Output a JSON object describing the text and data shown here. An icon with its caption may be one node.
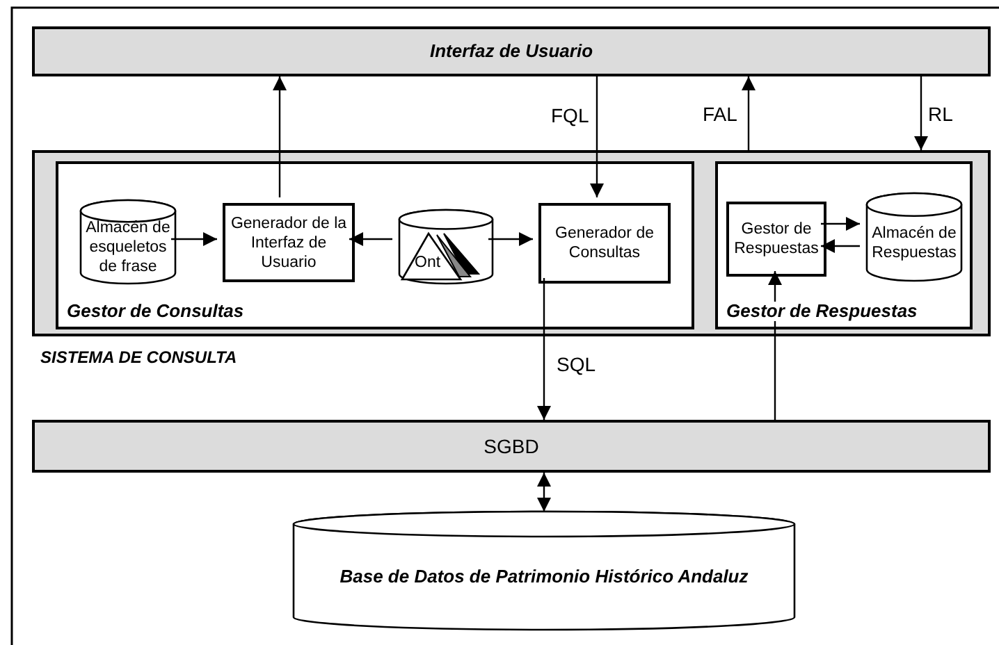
{
  "diagram": {
    "nodes": [
      {
        "text": [
          "Interfaz de Usuario"
        ]
      },
      {
        "text": [
          "SISTEMA DE CONSULTA"
        ]
      },
      {
        "text": [
          "Gestor de Consultas"
        ],
        "in": 1
      },
      {
        "text": [
          "Almacén de esqueletos de frase"
        ],
        "in": 2
      },
      {
        "text": [
          "Generador de la Interfaz de Usuario"
        ],
        "in": 2
      },
      {
        "text": [
          "Ont"
        ],
        "in": 2
      },
      {
        "text": [
          "Generador de Consultas"
        ],
        "in": 2
      },
      {
        "text": [
          "Gestor de Respuestas"
        ],
        "in": 1
      },
      {
        "text": [
          "Gestor de Respuestas"
        ],
        "in": 7
      },
      {
        "text": [
          "Almacén de Respuestas"
        ],
        "in": 7
      },
      {
        "text": [
          "SGBD"
        ]
      },
      {
        "text": [
          "Base de Datos de Patrimonio Histórico Andaluz"
        ]
      }
    ],
    "edges": [
      {
        "from": 4,
        "to": 0,
        "arrow": "to"
      },
      {
        "from": 0,
        "to": 6,
        "arrow": "to",
        "label": "FQL"
      },
      {
        "from": 1,
        "to": 0,
        "arrow": "to",
        "label": "FAL"
      },
      {
        "from": 0,
        "to": 1,
        "arrow": "to",
        "label": "RL"
      },
      {
        "from": 3,
        "to": 4,
        "arrow": "to"
      },
      {
        "from": 5,
        "to": 4,
        "arrow": "to"
      },
      {
        "from": 5,
        "to": 6,
        "arrow": "to"
      },
      {
        "from": 8,
        "to": 9,
        "arrow": "to"
      },
      {
        "from": 9,
        "to": 8,
        "arrow": "to"
      },
      {
        "from": 6,
        "to": 10,
        "arrow": "to",
        "label": "SQL"
      },
      {
        "from": 10,
        "to": 8,
        "arrow": "to"
      },
      {
        "from": 10,
        "to": 11,
        "arrow": "both"
      }
    ]
  }
}
